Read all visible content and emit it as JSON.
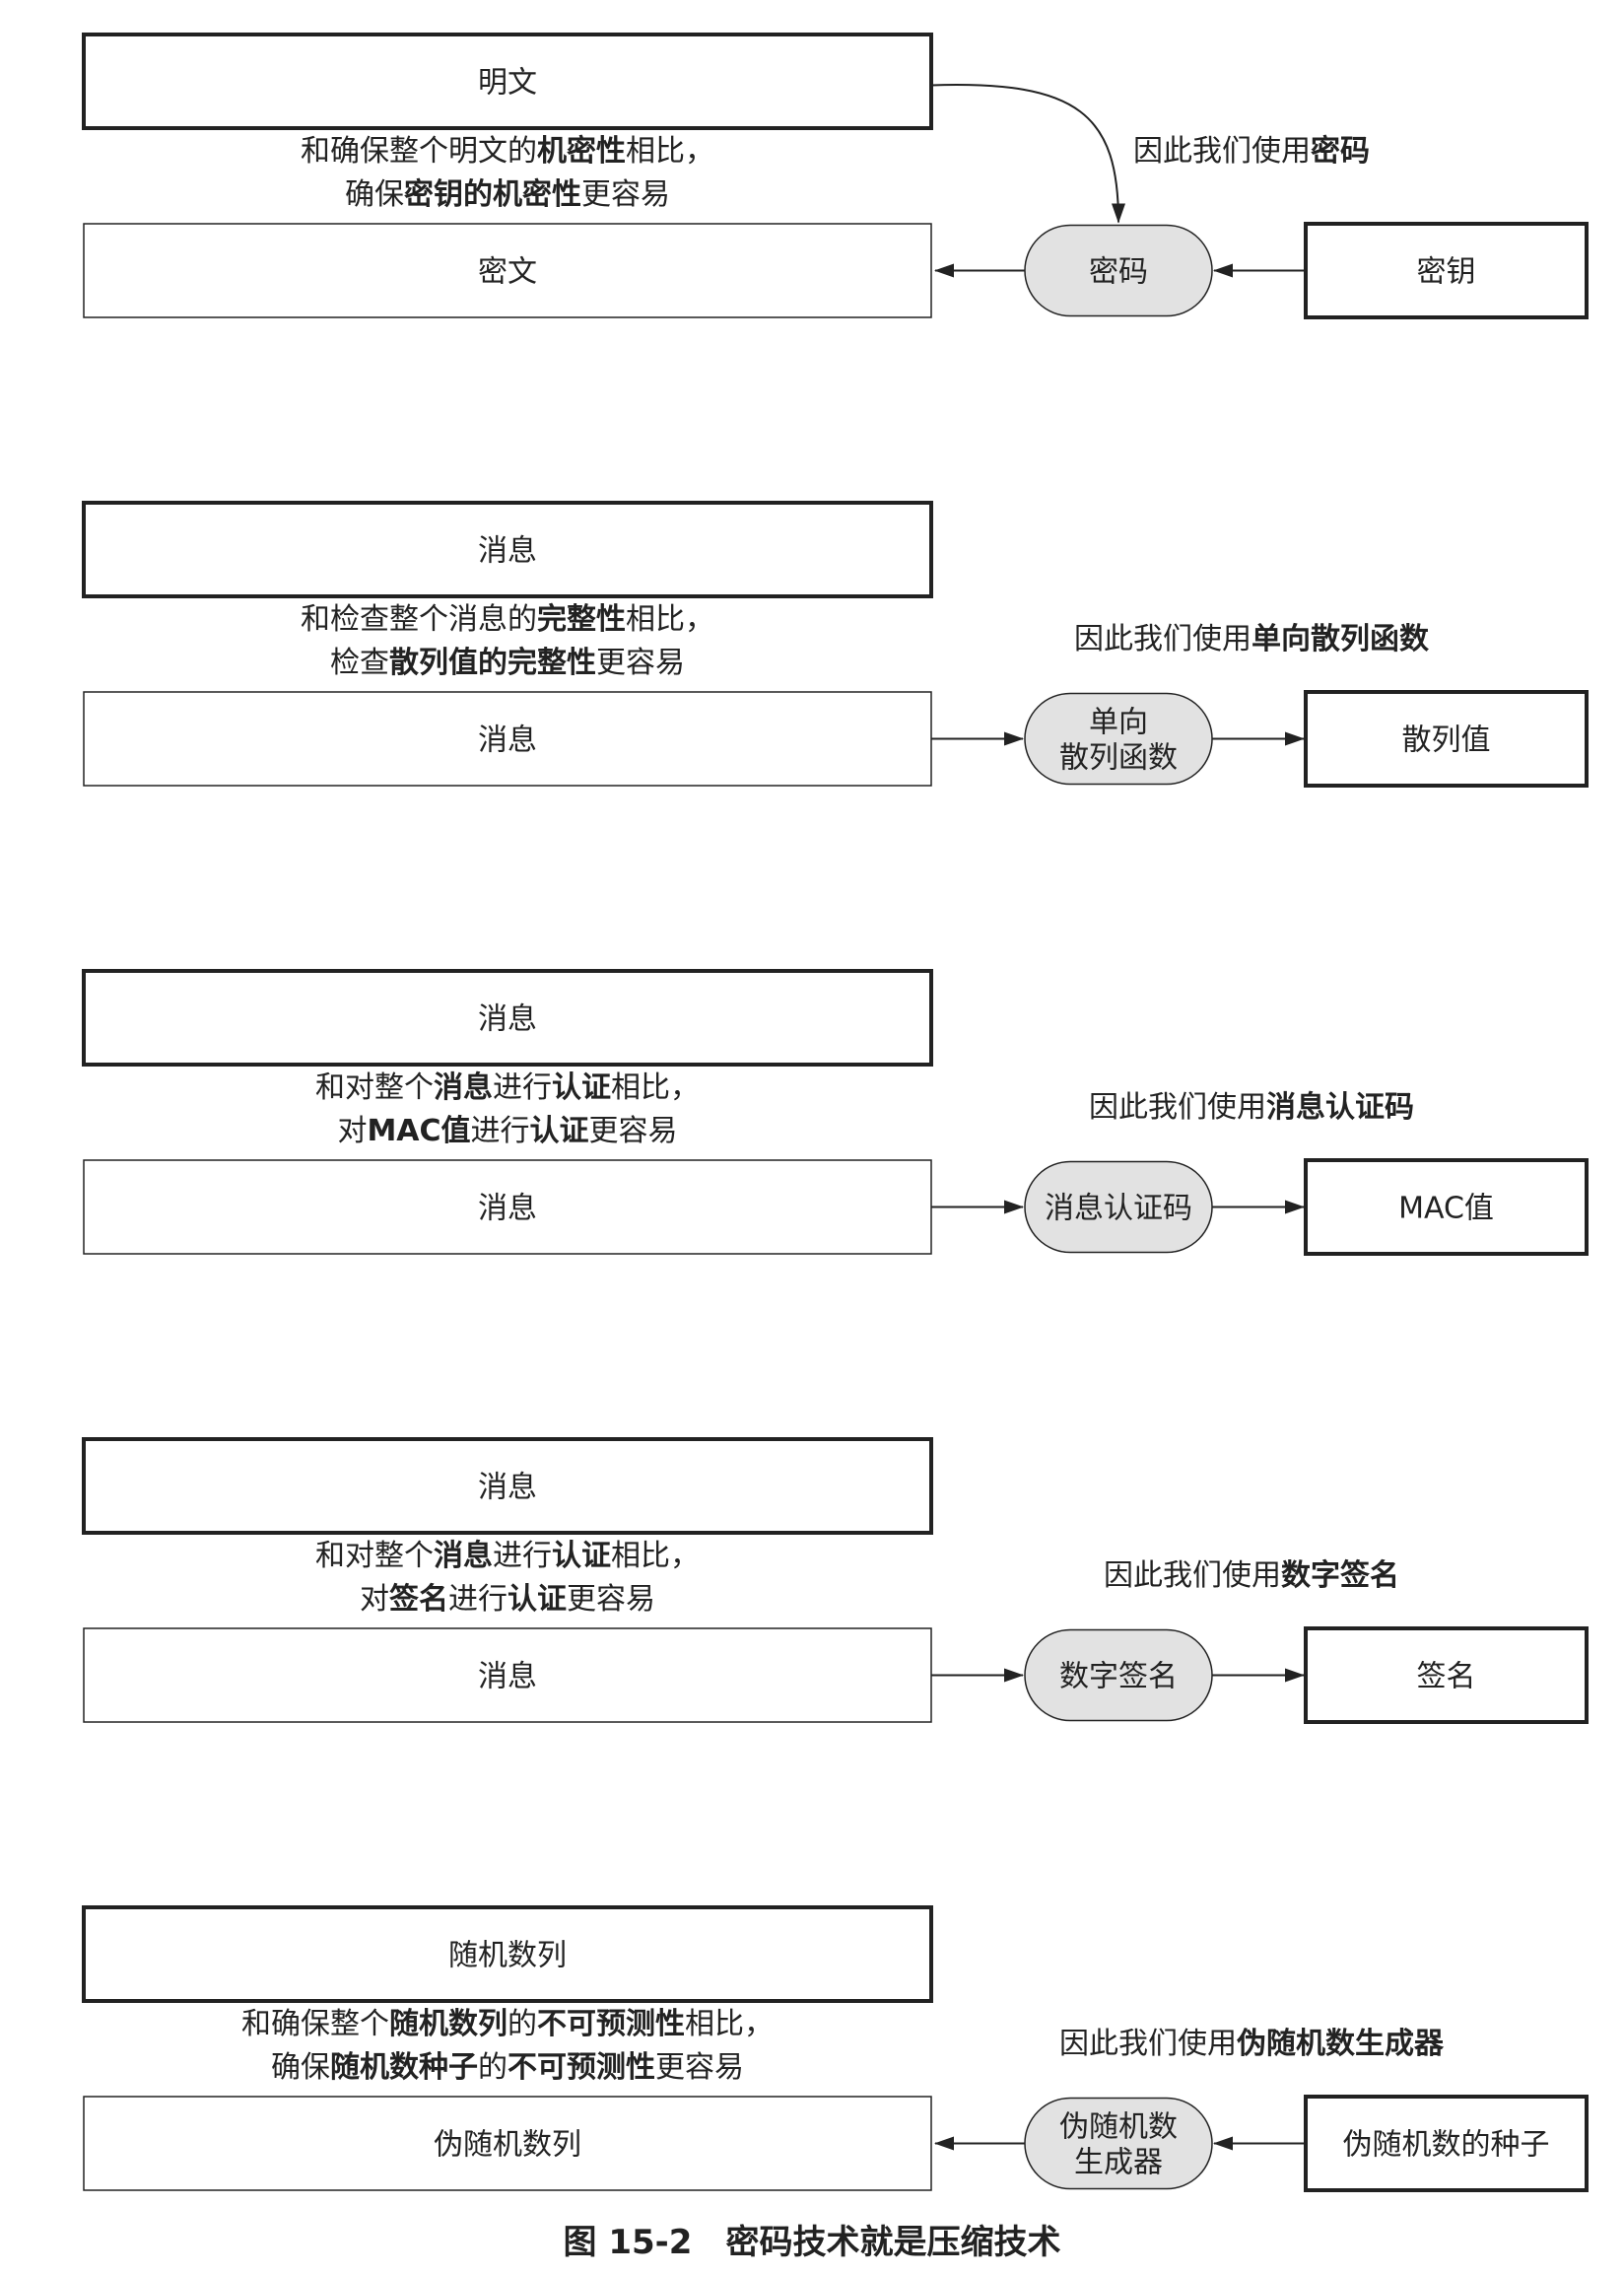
{
  "sections": [
    {
      "id": "cipher",
      "top_box": "明文",
      "compare_line1": [
        {
          "t": "和确保整个明文的"
        },
        {
          "t": "机密性",
          "b": true
        },
        {
          "t": "相比，"
        }
      ],
      "compare_line2": [
        {
          "t": "确保"
        },
        {
          "t": "密钥的机密性",
          "b": true
        },
        {
          "t": "更容易"
        }
      ],
      "use_line": [
        {
          "t": "因此我们使用"
        },
        {
          "t": "密码",
          "b": true
        }
      ],
      "bottom_box": "密文",
      "tech": [
        "密码"
      ],
      "side_box": "密钥",
      "direction": "left"
    },
    {
      "id": "hash",
      "top_box": "消息",
      "compare_line1": [
        {
          "t": "和检查整个消息的"
        },
        {
          "t": "完整性",
          "b": true
        },
        {
          "t": "相比，"
        }
      ],
      "compare_line2": [
        {
          "t": "检查"
        },
        {
          "t": "散列值的完整性",
          "b": true
        },
        {
          "t": "更容易"
        }
      ],
      "use_line": [
        {
          "t": "因此我们使用"
        },
        {
          "t": "单向散列函数",
          "b": true
        }
      ],
      "bottom_box": "消息",
      "tech": [
        "单向",
        "散列函数"
      ],
      "side_box": "散列值",
      "direction": "right"
    },
    {
      "id": "mac",
      "top_box": "消息",
      "compare_line1": [
        {
          "t": "和对整个"
        },
        {
          "t": "消息",
          "b": true
        },
        {
          "t": "进行"
        },
        {
          "t": "认证",
          "b": true
        },
        {
          "t": "相比，"
        }
      ],
      "compare_line2": [
        {
          "t": "对"
        },
        {
          "t": "MAC值",
          "b": true
        },
        {
          "t": "进行"
        },
        {
          "t": "认证",
          "b": true
        },
        {
          "t": "更容易"
        }
      ],
      "use_line": [
        {
          "t": "因此我们使用"
        },
        {
          "t": "消息认证码",
          "b": true
        }
      ],
      "bottom_box": "消息",
      "tech": [
        "消息认证码"
      ],
      "side_box": "MAC值",
      "direction": "right"
    },
    {
      "id": "signature",
      "top_box": "消息",
      "compare_line1": [
        {
          "t": "和对整个"
        },
        {
          "t": "消息",
          "b": true
        },
        {
          "t": "进行"
        },
        {
          "t": "认证",
          "b": true
        },
        {
          "t": "相比，"
        }
      ],
      "compare_line2": [
        {
          "t": "对"
        },
        {
          "t": "签名",
          "b": true
        },
        {
          "t": "进行"
        },
        {
          "t": "认证",
          "b": true
        },
        {
          "t": "更容易"
        }
      ],
      "use_line": [
        {
          "t": "因此我们使用"
        },
        {
          "t": "数字签名",
          "b": true
        }
      ],
      "bottom_box": "消息",
      "tech": [
        "数字签名"
      ],
      "side_box": "签名",
      "direction": "right"
    },
    {
      "id": "prng",
      "top_box": "随机数列",
      "compare_line1": [
        {
          "t": "和确保整个"
        },
        {
          "t": "随机数列",
          "b": true
        },
        {
          "t": "的"
        },
        {
          "t": "不可预测性",
          "b": true
        },
        {
          "t": "相比，"
        }
      ],
      "compare_line2": [
        {
          "t": "确保"
        },
        {
          "t": "随机数种子",
          "b": true
        },
        {
          "t": "的"
        },
        {
          "t": "不可预测性",
          "b": true
        },
        {
          "t": "更容易"
        }
      ],
      "use_line": [
        {
          "t": "因此我们使用"
        },
        {
          "t": "伪随机数生成器",
          "b": true
        }
      ],
      "bottom_box": "伪随机数列",
      "tech": [
        "伪随机数",
        "生成器"
      ],
      "side_box": "伪随机数的种子",
      "direction": "left"
    }
  ],
  "caption": "图 15-2　密码技术就是压缩技术",
  "colors": {
    "stroke": "#222222",
    "pill_fill": "#e2e2e2",
    "text": "#222222"
  }
}
